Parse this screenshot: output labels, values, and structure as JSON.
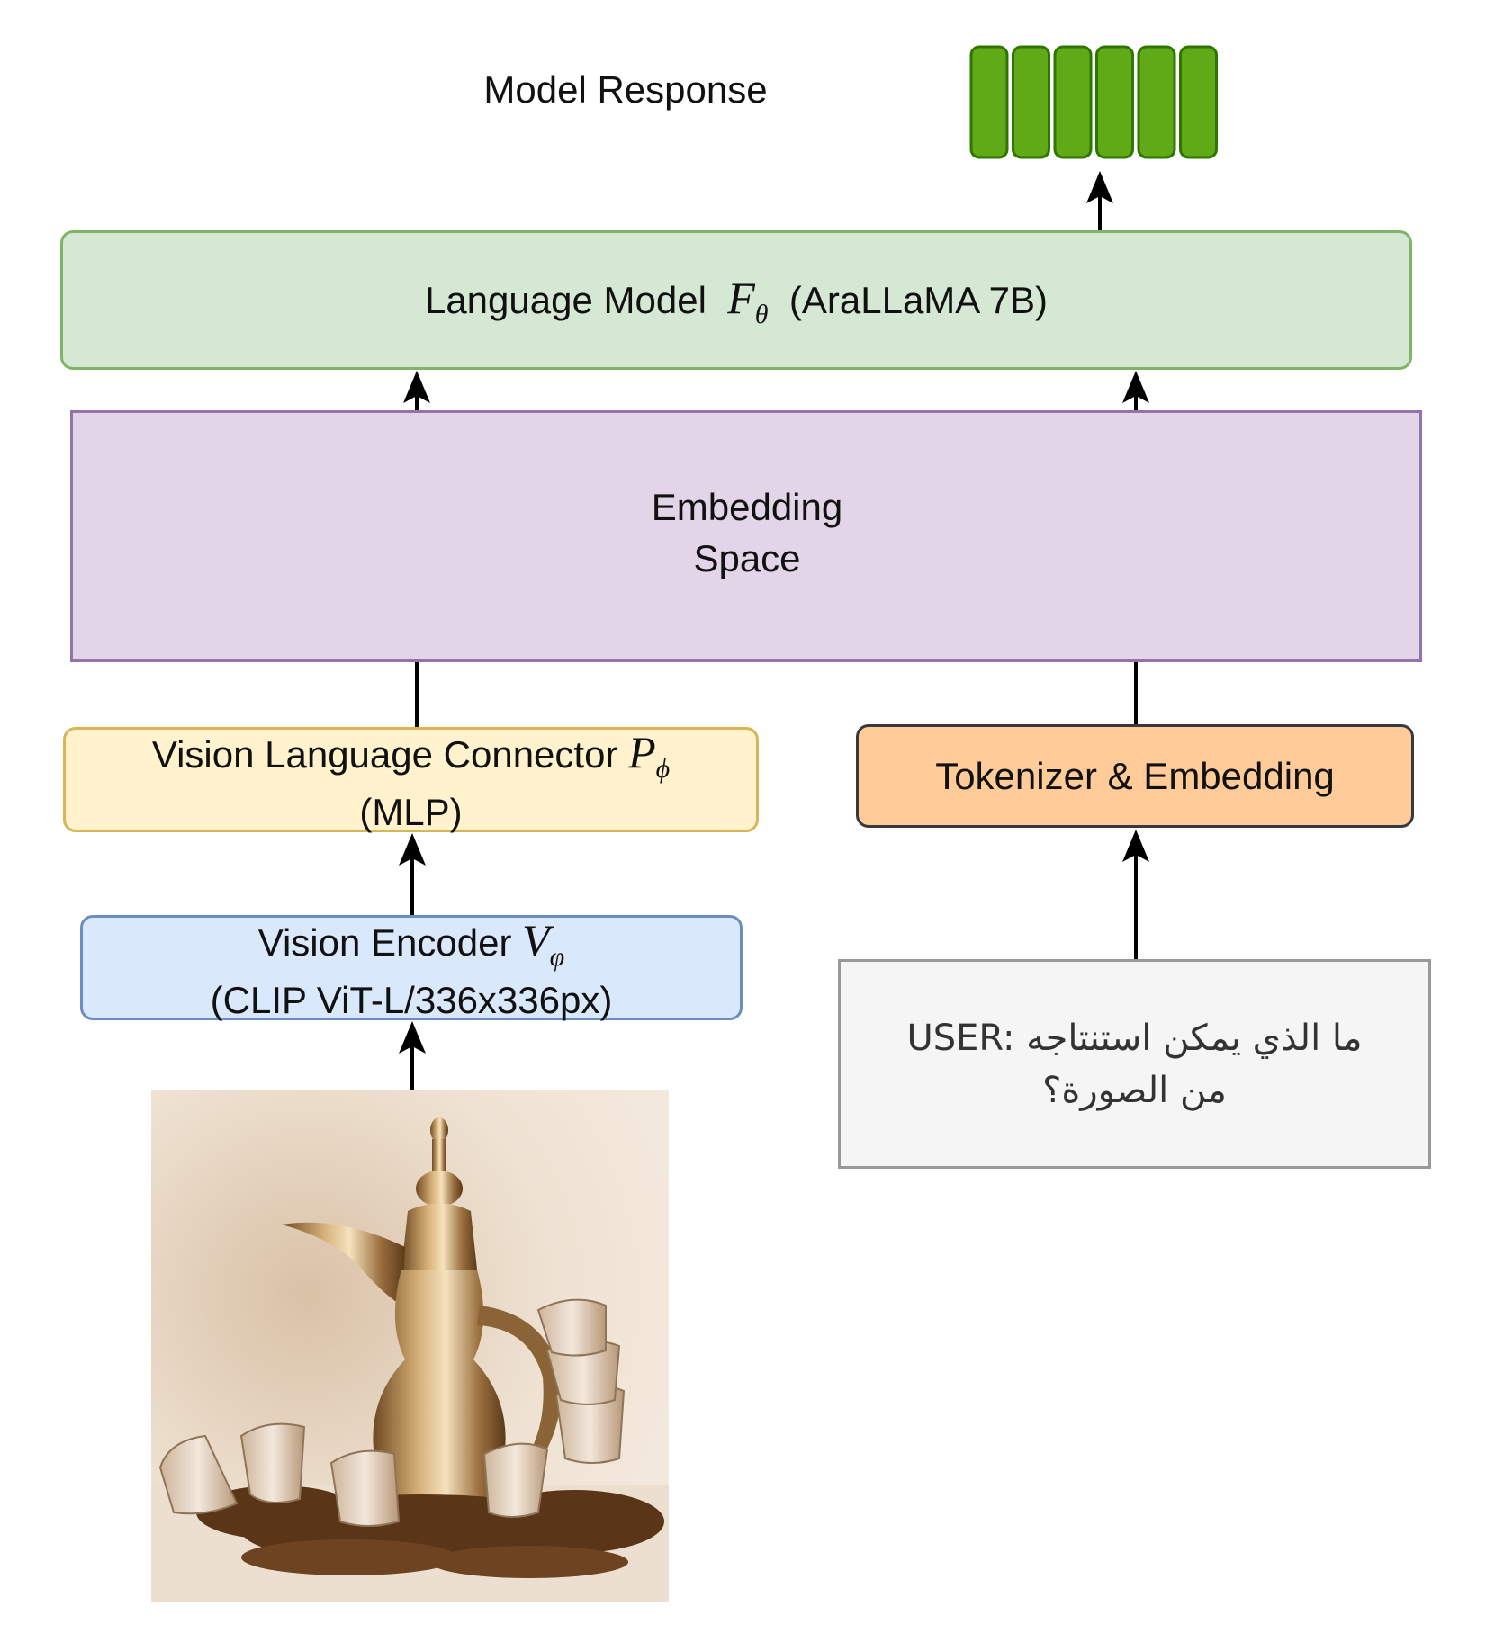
{
  "response": {
    "title": "Model Response",
    "token_color": "#60a917",
    "token_border": "#2d7600"
  },
  "language_model": {
    "label": "Language Model",
    "symbol": "F",
    "subscript": "θ",
    "suffix": "(AraLLaMA 7B)",
    "fill": "#d5e8d4",
    "border": "#82b366"
  },
  "embedding_space": {
    "line1": "Embedding",
    "line2": "Space",
    "fill": "#e1d5e7",
    "border": "#9673a6",
    "vision_token_fill": "#f5f5f5",
    "text_token_fill": "#b3b3b3",
    "token_border": "#666666"
  },
  "connector": {
    "label": "Vision Language Connector",
    "symbol": "P",
    "subscript": "ϕ",
    "line2": "(MLP)",
    "fill": "#fff2cc",
    "border": "#d6b656"
  },
  "vision_encoder": {
    "label": "Vision Encoder",
    "symbol": "V",
    "subscript": "φ",
    "line2": "(CLIP ViT-L/336x336px)",
    "fill": "#dae8fc",
    "border": "#6c8ebf"
  },
  "tokenizer": {
    "label": "Tokenizer & Embedding",
    "fill": "#ffcc99",
    "border": "#36393d"
  },
  "user_prompt": {
    "line1": "USER: ما الذي يمكن استنتاجه",
    "line2": "من الصورة؟",
    "fill": "#f5f5f5",
    "border": "#999999"
  },
  "image": {
    "subject": "dallah-coffee-pot-with-cups-and-beans"
  }
}
